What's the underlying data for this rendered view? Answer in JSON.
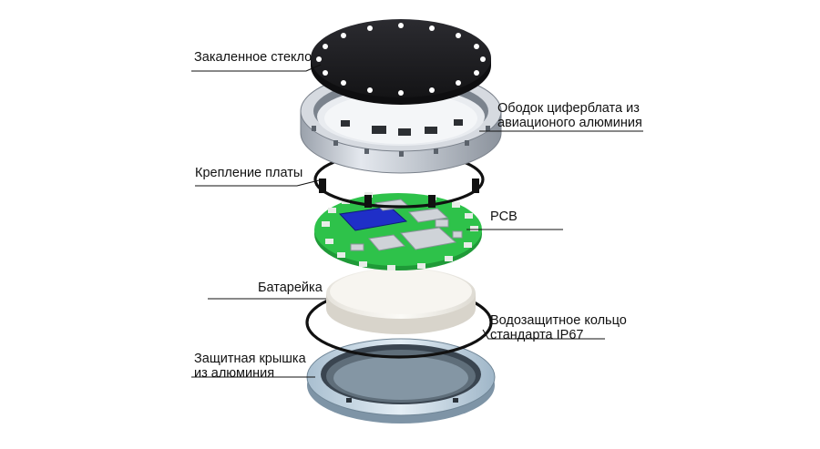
{
  "labels": {
    "glass": "Закаленное стекло",
    "bezel_line1": "Ободок циферблата из",
    "bezel_line2": "авиационого алюминия",
    "mount": "Крепление платы",
    "pcb": "PCB",
    "battery": "Батарейка",
    "ring_line1": "Водозащитное кольцо",
    "ring_line2": "стандарта IP67",
    "cover_line1": "Защитная крышка",
    "cover_line2": "из алюминия"
  },
  "colors": {
    "glass": "#1e1e22",
    "glass_dots": "#ffffff",
    "aluminum": "#c9ced6",
    "aluminum_dark": "#8a929e",
    "pcb_green": "#2ec24a",
    "pcb_chip_blue": "#1f2fc8",
    "pcb_component": "#cfd3d8",
    "battery": "#f2f0ea",
    "gasket": "#111111",
    "cover_blue": "#c8dcea"
  }
}
